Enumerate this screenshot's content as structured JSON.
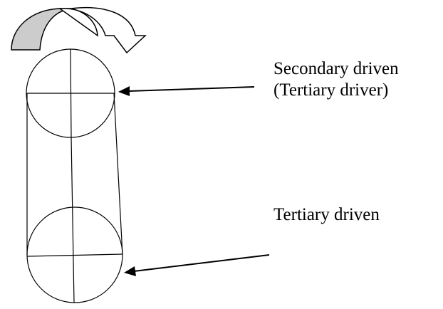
{
  "labels": {
    "secondary_line1": "Secondary driven",
    "secondary_line2": "(Tertiary driver)",
    "tertiary": "Tertiary driven"
  },
  "colors": {
    "stroke": "#000000",
    "rotation_arrow_fill": "#cccccc",
    "background": "#ffffff"
  }
}
